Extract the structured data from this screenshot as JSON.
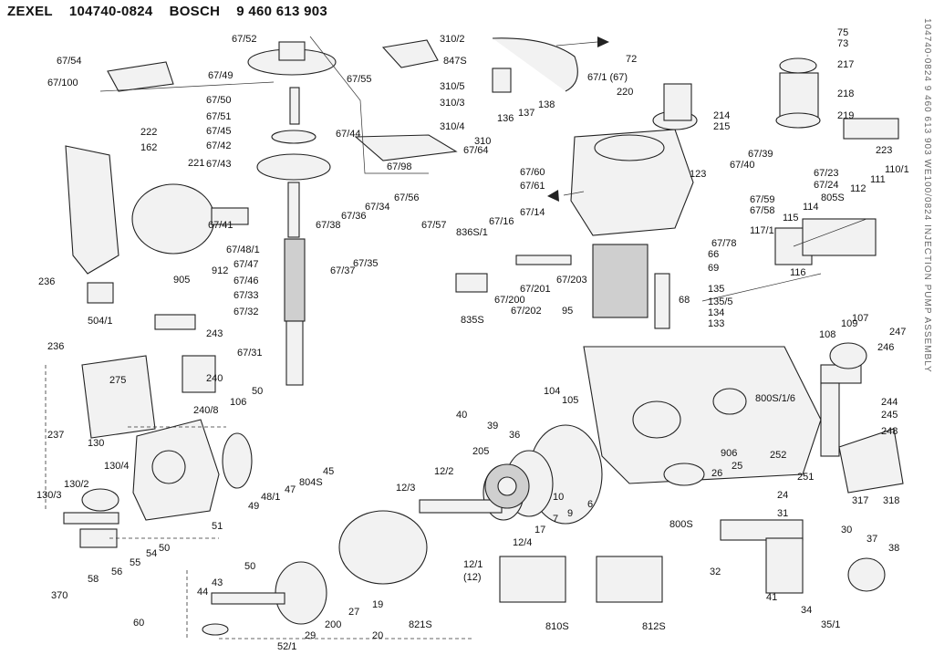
{
  "header": {
    "brand": "ZEXEL",
    "zexel_no": "104740-0824",
    "maker": "BOSCH",
    "bosch_no": "9 460 613 903"
  },
  "margin_text": "104740-0824 9 460 613 903 WE100/0824 INJECTION PUMP ASSEMBLY",
  "part_labels": [
    "67/52",
    "67/54",
    "67/100",
    "67/49",
    "67/50",
    "67/51",
    "67/45",
    "67/42",
    "67/43",
    "67/44",
    "67/41",
    "67/48/1",
    "67/47",
    "67/46",
    "67/33",
    "67/32",
    "67/31",
    "222",
    "162",
    "221",
    "236",
    "905",
    "912",
    "504/1",
    "243",
    "240",
    "240/8",
    "236",
    "275",
    "237",
    "310/2",
    "847S",
    "67/55",
    "310/5",
    "310/3",
    "310/4",
    "310",
    "67/64",
    "67/98",
    "136",
    "137",
    "138",
    "67/1 (67)",
    "72",
    "220",
    "214",
    "215",
    "75",
    "73",
    "217",
    "218",
    "219",
    "223",
    "67/60",
    "67/61",
    "123",
    "67/40",
    "67/39",
    "67/23",
    "67/24",
    "110/1",
    "111",
    "112",
    "805S",
    "114",
    "115",
    "117/1",
    "116",
    "67/38",
    "67/36",
    "67/34",
    "67/56",
    "67/57",
    "67/37",
    "67/35",
    "836S/1",
    "67/16",
    "67/14",
    "67/59",
    "67/58",
    "67/78",
    "66",
    "69",
    "67/201",
    "67/200",
    "67/202",
    "67/203",
    "835S",
    "95",
    "68",
    "135",
    "135/5",
    "134",
    "133",
    "108",
    "109",
    "107",
    "247",
    "246",
    "244",
    "245",
    "248",
    "252",
    "251",
    "104",
    "105",
    "40",
    "39",
    "36",
    "800S/1/6",
    "906",
    "26",
    "25",
    "24",
    "317",
    "318",
    "106",
    "50",
    "49",
    "48/1",
    "47",
    "804S",
    "45",
    "130",
    "130/4",
    "130/2",
    "130/3",
    "51",
    "55",
    "56",
    "58",
    "370",
    "54",
    "50",
    "60",
    "12/2",
    "205",
    "12/3",
    "10",
    "7",
    "9",
    "6",
    "17",
    "12/4",
    "12/1",
    "(12)",
    "800S",
    "31",
    "32",
    "41",
    "34",
    "35/1",
    "30",
    "37",
    "38",
    "43",
    "44",
    "50",
    "52/1",
    "29",
    "200",
    "27",
    "19",
    "20",
    "821S",
    "810S",
    "812S"
  ]
}
